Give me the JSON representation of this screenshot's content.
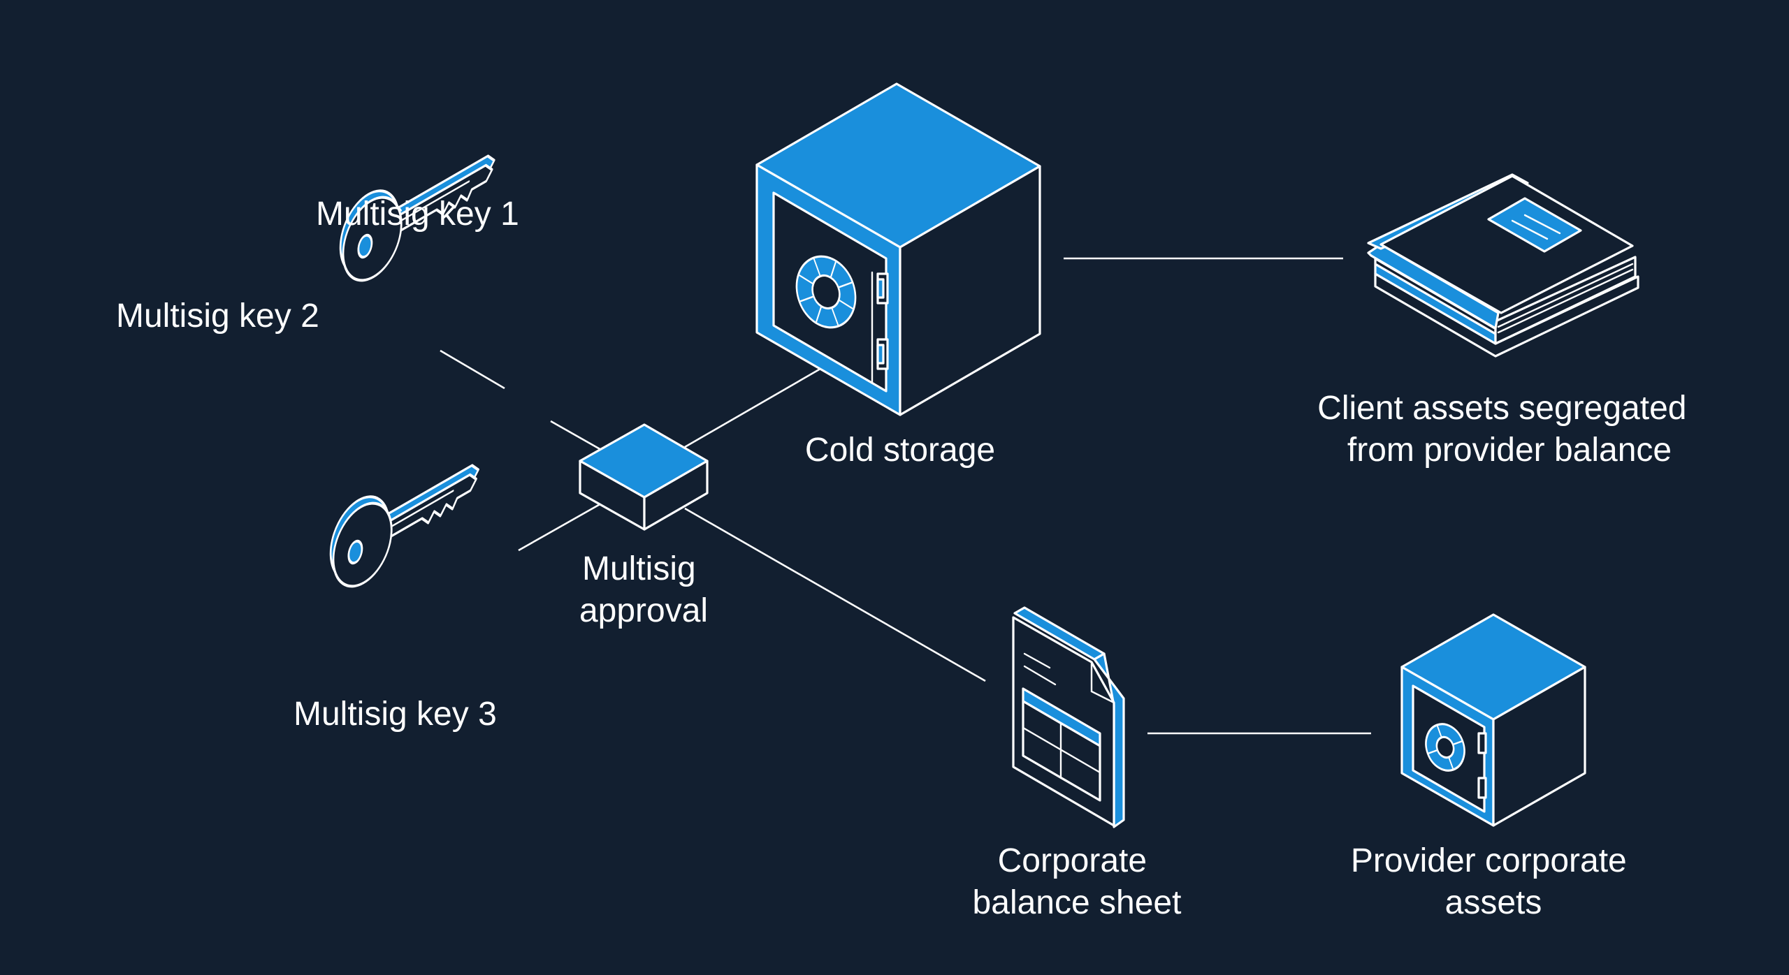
{
  "colors": {
    "background": "#121f30",
    "accent": "#1a8fdc",
    "dark_face": "#121f30",
    "line": "#ffffff"
  },
  "nodes": {
    "key1": {
      "label": "Multisig key 1",
      "icon": "key-icon"
    },
    "key2": {
      "label": "Multisig key 2",
      "icon": "key-icon"
    },
    "key3": {
      "label": "Multisig key 3",
      "icon": "key-icon"
    },
    "approval": {
      "lines": [
        "Multisig",
        "approval"
      ],
      "icon": "multisig-box-icon"
    },
    "cold_storage": {
      "label": "Cold storage",
      "icon": "safe-icon"
    },
    "client_assets": {
      "lines": [
        "Client assets segregated",
        "from provider balance"
      ],
      "icon": "ledger-book-icon"
    },
    "balance_sheet": {
      "lines": [
        "Corporate",
        "balance sheet"
      ],
      "icon": "document-icon"
    },
    "corporate_assets": {
      "lines": [
        "Provider corporate",
        "assets"
      ],
      "icon": "safe-icon"
    }
  },
  "edges": [
    {
      "from": "key2",
      "to": "approval"
    },
    {
      "from": "key3",
      "to": "approval"
    },
    {
      "from": "approval",
      "to": "cold_storage"
    },
    {
      "from": "approval",
      "to": "balance_sheet"
    },
    {
      "from": "cold_storage",
      "to": "client_assets"
    },
    {
      "from": "balance_sheet",
      "to": "corporate_assets"
    }
  ]
}
